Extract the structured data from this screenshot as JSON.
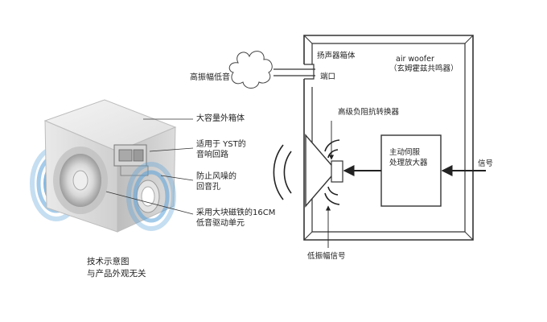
{
  "labels": {
    "high_amp_low": "高振幅低音",
    "enclosure": "扬声器箱体",
    "port": "端口",
    "air_woofer": "air woofer",
    "helmholtz": "（玄姆霍兹共鸣器）",
    "high_neg_converter": "高级负阻抗转换器",
    "servo_amp_1": "主动伺服",
    "servo_amp_2": "处理放大器",
    "signal": "信号",
    "low_amp_signal": "低振幅信号",
    "large_cabinet": "大容量外箱体",
    "yst_1": "适用于 YST的",
    "yst_2": "音响回路",
    "noise_1": "防止风噪的",
    "noise_2": "回音孔",
    "magnet_1": "采用大块磁铁的16CM",
    "magnet_2": "低音驱动单元",
    "caption_1": "技术示意图",
    "caption_2": "与产品外观无关"
  },
  "colors": {
    "line": "#2b2b2b",
    "box_stroke": "#333333",
    "cube_top": "#eeeeee",
    "cube_left": "#d9d9d9",
    "cube_right": "#c9c9c9",
    "wave": "#5aa0d8"
  }
}
